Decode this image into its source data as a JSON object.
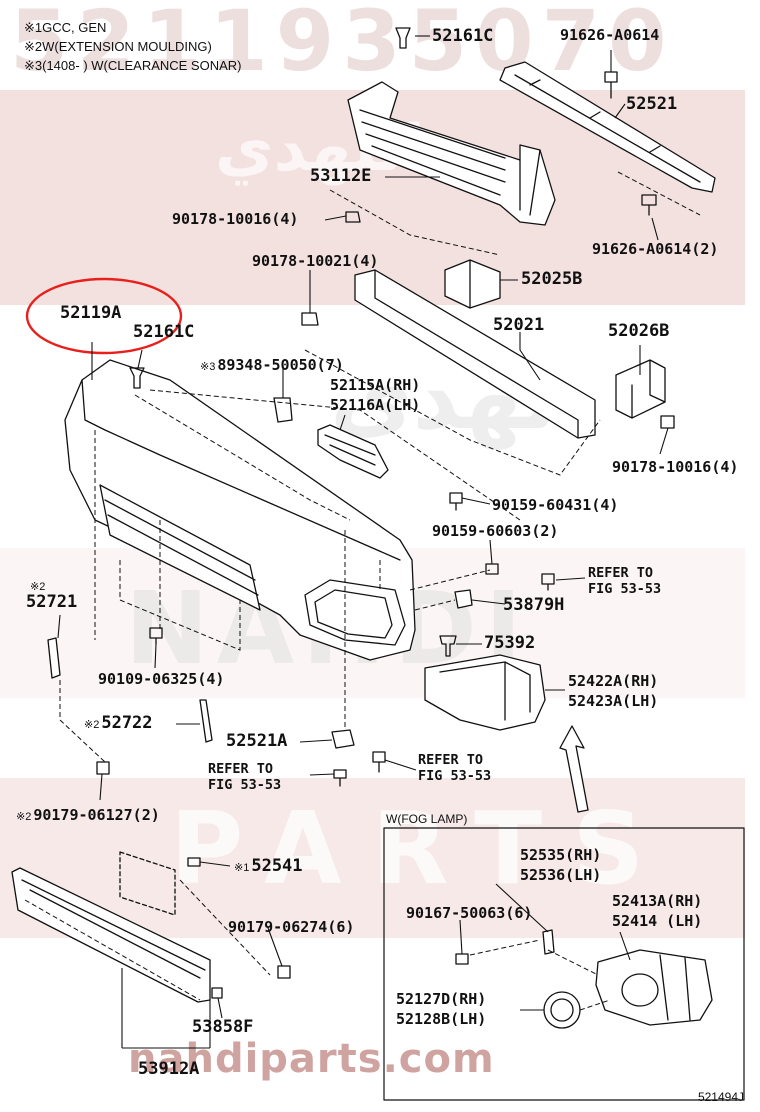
{
  "watermark": {
    "part_number": "5211935070",
    "arabic_top": "النهدي",
    "arabic_mid": "نهدي",
    "brand_1": "NAHDI",
    "brand_2": "PARTS",
    "site": "nahdiparts.com"
  },
  "notes": [
    {
      "mark": "※1",
      "text": "GCC, GEN"
    },
    {
      "mark": "※2",
      "text": "W(EXTENSION MOULDING)"
    },
    {
      "mark": "※3",
      "text": "(1408-      ) W(CLEARANCE SONAR)"
    }
  ],
  "labels": {
    "p52161c_top": "52161C",
    "p91626a0614": "91626-A0614",
    "p52521": "52521",
    "p53112e": "53112E",
    "p9017810016_a": "90178-10016(4)",
    "p91626a0614_2": "91626-A0614(2)",
    "p9017810021": "90178-10021(4)",
    "p52025b": "52025B",
    "p52119a": "52119A",
    "p52161c_mid": "52161C",
    "p8934850050_mark": "※3",
    "p8934850050": "89348-50050(7)",
    "p52021": "52021",
    "p52026b": "52026B",
    "p52115a": "52115A(RH)",
    "p52116a": "52116A(LH)",
    "p9017810016_b": "90178-10016(4)",
    "p9015960431": "90159-60431(4)",
    "p9015960603": "90159-60603(2)",
    "p52721_mark": "※2",
    "p52721": "52721",
    "p_refer_top_1": "REFER TO",
    "p_refer_top_2": "FIG 53-53",
    "p53879h": "53879H",
    "p75392": "75392",
    "p9010906325": "90109-06325(4)",
    "p52422a": "52422A(RH)",
    "p52423a": "52423A(LH)",
    "p52722_mark": "※2",
    "p52722": "52722",
    "p52521a": "52521A",
    "p_refer_left_1": "REFER TO",
    "p_refer_left_2": "FIG 53-53",
    "p_refer_mid_1": "REFER TO",
    "p_refer_mid_2": "FIG 53-53",
    "p9017906127_mark": "※2",
    "p9017906127": "90179-06127(2)",
    "p52541_mark": "※1",
    "p52541": "52541",
    "p9017906274": "90179-06274(6)",
    "p53858f": "53858F",
    "p53912a": "53912A",
    "p52535": "52535(RH)",
    "p52536": "52536(LH)",
    "p9016750063": "90167-50063(6)",
    "p52413a": "52413A(RH)",
    "p52414": "52414 (LH)",
    "p52127d": "52127D(RH)",
    "p52128b": "52128B(LH)"
  },
  "inset": {
    "title": "W(FOG LAMP)"
  },
  "diagram_id": "521494J",
  "highlight": {
    "part": "52119A",
    "color": "#e8201c"
  },
  "colors": {
    "line": "#111111",
    "watermark": "#e9c9c6",
    "highlight": "#e8201c"
  }
}
